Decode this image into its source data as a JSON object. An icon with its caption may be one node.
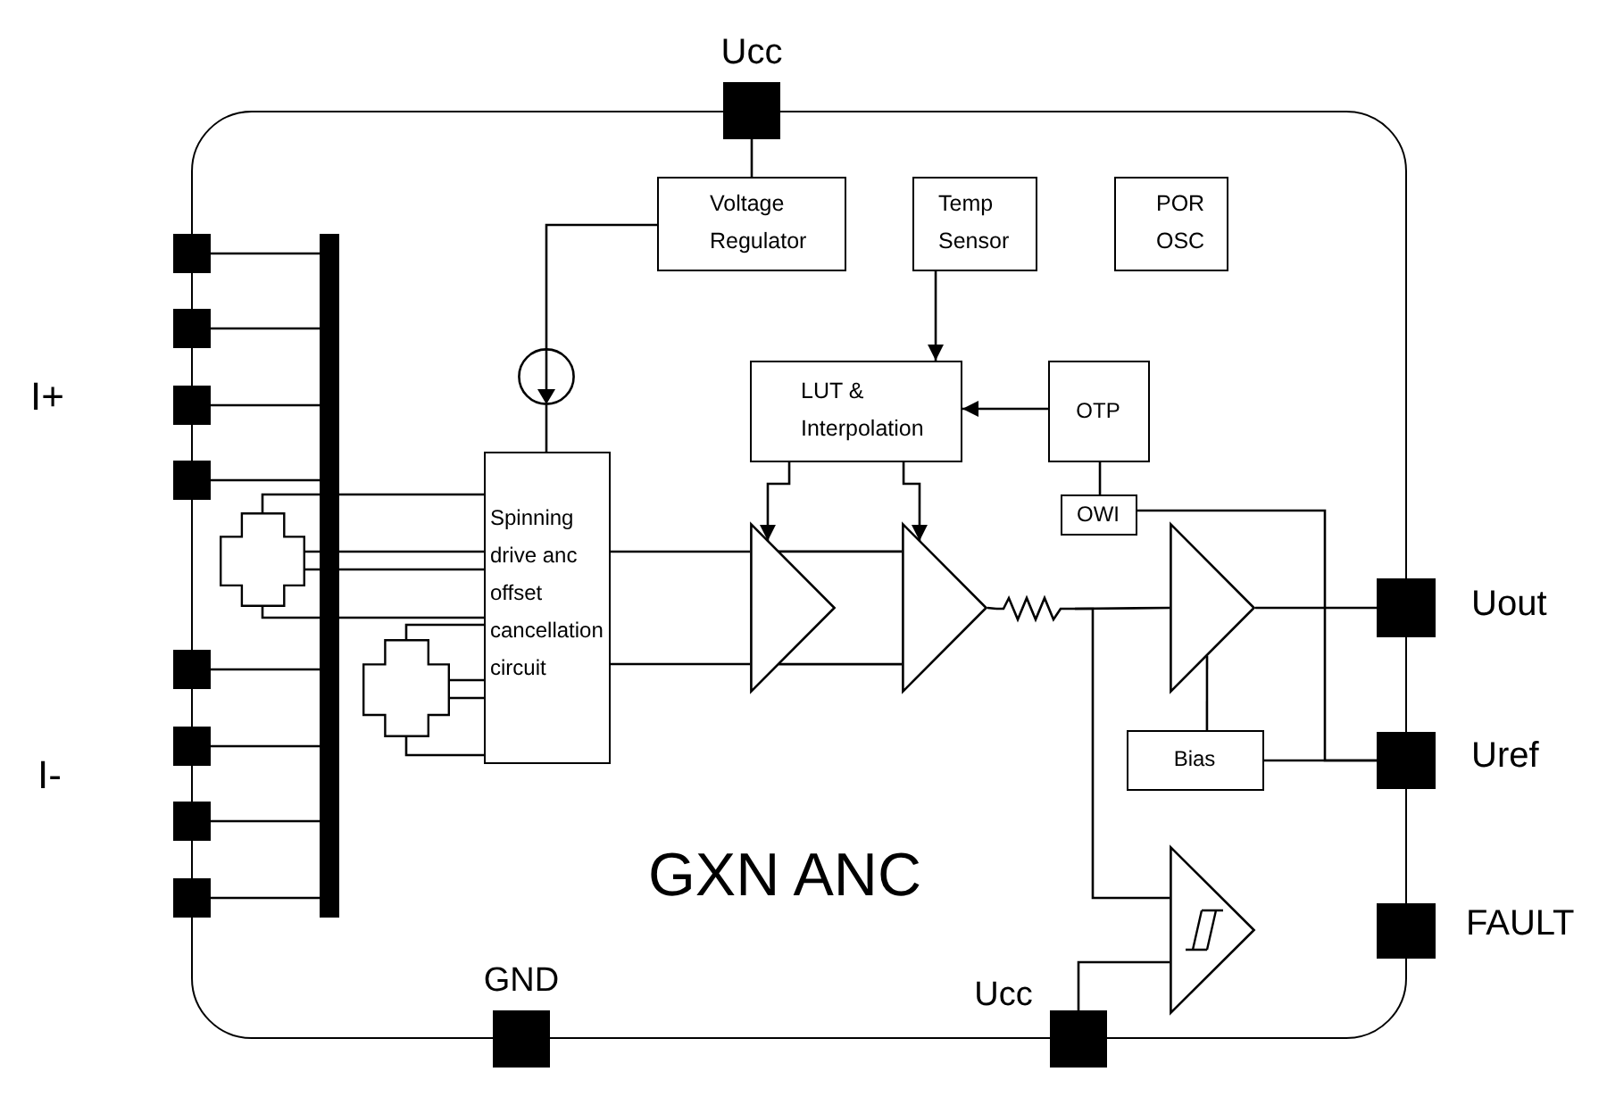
{
  "diagram": {
    "nodes": [
      {
        "text": [
          "GXN ANC"
        ]
      },
      {
        "text": [],
        "shape": "square",
        "beside": [
          "Ucc"
        ]
      },
      {
        "text": [
          "Voltage Regulator"
        ],
        "in": 0
      },
      {
        "text": [
          "Temp Sensor"
        ],
        "in": 0
      },
      {
        "text": [
          "POR OSC"
        ],
        "in": 0
      },
      {
        "text": [],
        "shape": "circle",
        "in": 0
      },
      {
        "text": [
          "LUT & Interpolation"
        ],
        "in": 0
      },
      {
        "text": [
          "OTP"
        ],
        "in": 0
      },
      {
        "text": [
          "OWI"
        ],
        "in": 0
      },
      {
        "text": [],
        "shape": "square"
      },
      {
        "text": [],
        "shape": "square"
      },
      {
        "text": [],
        "shape": "square"
      },
      {
        "text": [],
        "shape": "square"
      },
      {
        "text": [],
        "shape": "square"
      },
      {
        "text": [],
        "shape": "square"
      },
      {
        "text": [],
        "shape": "square"
      },
      {
        "text": [],
        "shape": "square"
      },
      {
        "text": [],
        "shape": "bar",
        "in": 0
      },
      {
        "text": [],
        "shape": "cross",
        "in": 0
      },
      {
        "text": [
          "Spinning drive anc offset cancellation circuit"
        ],
        "in": 0
      },
      {
        "text": [],
        "shape": "cross",
        "in": 0
      },
      {
        "text": [],
        "shape": "triangle",
        "in": 0
      },
      {
        "text": [],
        "shape": "triangle",
        "in": 0
      },
      {
        "text": [],
        "shape": "zigzag",
        "in": 0
      },
      {
        "text": [],
        "shape": "triangle",
        "in": 0
      },
      {
        "text": [],
        "shape": "square",
        "beside": [
          "Uout"
        ]
      },
      {
        "text": [
          "Bias"
        ],
        "in": 0
      },
      {
        "text": [],
        "shape": "square",
        "beside": [
          "Uref"
        ]
      },
      {
        "text": [],
        "shape": "triangle",
        "in": 0
      },
      {
        "text": [],
        "shape": "square",
        "beside": [
          "FAULT"
        ]
      },
      {
        "text": [],
        "shape": "square",
        "beside": [
          "GND"
        ]
      },
      {
        "text": [],
        "shape": "square",
        "beside": [
          "Ucc"
        ]
      }
    ],
    "edges": [
      {
        "from": 1,
        "to": 2,
        "arrow": "none"
      },
      {
        "from": 2,
        "to": 5,
        "arrow": "none"
      },
      {
        "from": 5,
        "to": 19,
        "arrow": "none"
      },
      {
        "from": 3,
        "to": 6,
        "arrow": "to"
      },
      {
        "from": 7,
        "to": 6,
        "arrow": "to"
      },
      {
        "from": 7,
        "to": 8,
        "arrow": "none"
      },
      {
        "from": 6,
        "to": 21,
        "arrow": "to"
      },
      {
        "from": 6,
        "to": 22,
        "arrow": "to"
      },
      {
        "from": 9,
        "to": 17,
        "arrow": "none"
      },
      {
        "from": 10,
        "to": 17,
        "arrow": "none"
      },
      {
        "from": 11,
        "to": 17,
        "arrow": "none"
      },
      {
        "from": 12,
        "to": 17,
        "arrow": "none"
      },
      {
        "from": 13,
        "to": 17,
        "arrow": "none"
      },
      {
        "from": 14,
        "to": 17,
        "arrow": "none"
      },
      {
        "from": 15,
        "to": 17,
        "arrow": "none"
      },
      {
        "from": 16,
        "to": 17,
        "arrow": "none"
      },
      {
        "from": 18,
        "to": 19,
        "arrow": "none"
      },
      {
        "from": 18,
        "to": 19,
        "arrow": "none"
      },
      {
        "from": 18,
        "to": 19,
        "arrow": "none"
      },
      {
        "from": 18,
        "to": 19,
        "arrow": "none"
      },
      {
        "from": 20,
        "to": 19,
        "arrow": "none"
      },
      {
        "from": 20,
        "to": 19,
        "arrow": "none"
      },
      {
        "from": 20,
        "to": 19,
        "arrow": "none"
      },
      {
        "from": 20,
        "to": 19,
        "arrow": "none"
      },
      {
        "from": 19,
        "to": 21,
        "arrow": "none"
      },
      {
        "from": 19,
        "to": 21,
        "arrow": "none"
      },
      {
        "from": 21,
        "to": 22,
        "arrow": "none"
      },
      {
        "from": 21,
        "to": 22,
        "arrow": "none"
      },
      {
        "from": 22,
        "to": 23,
        "arrow": "none"
      },
      {
        "from": 23,
        "to": 24,
        "arrow": "none"
      },
      {
        "from": 23,
        "to": 28,
        "arrow": "none"
      },
      {
        "from": 24,
        "to": 25,
        "arrow": "none"
      },
      {
        "from": 26,
        "to": 24,
        "arrow": "none"
      },
      {
        "from": 26,
        "to": 27,
        "arrow": "none"
      },
      {
        "from": 8,
        "to": 27,
        "arrow": "none"
      },
      {
        "from": 31,
        "to": 28,
        "arrow": "none"
      }
    ],
    "labels": [
      "I+",
      "I-"
    ]
  }
}
